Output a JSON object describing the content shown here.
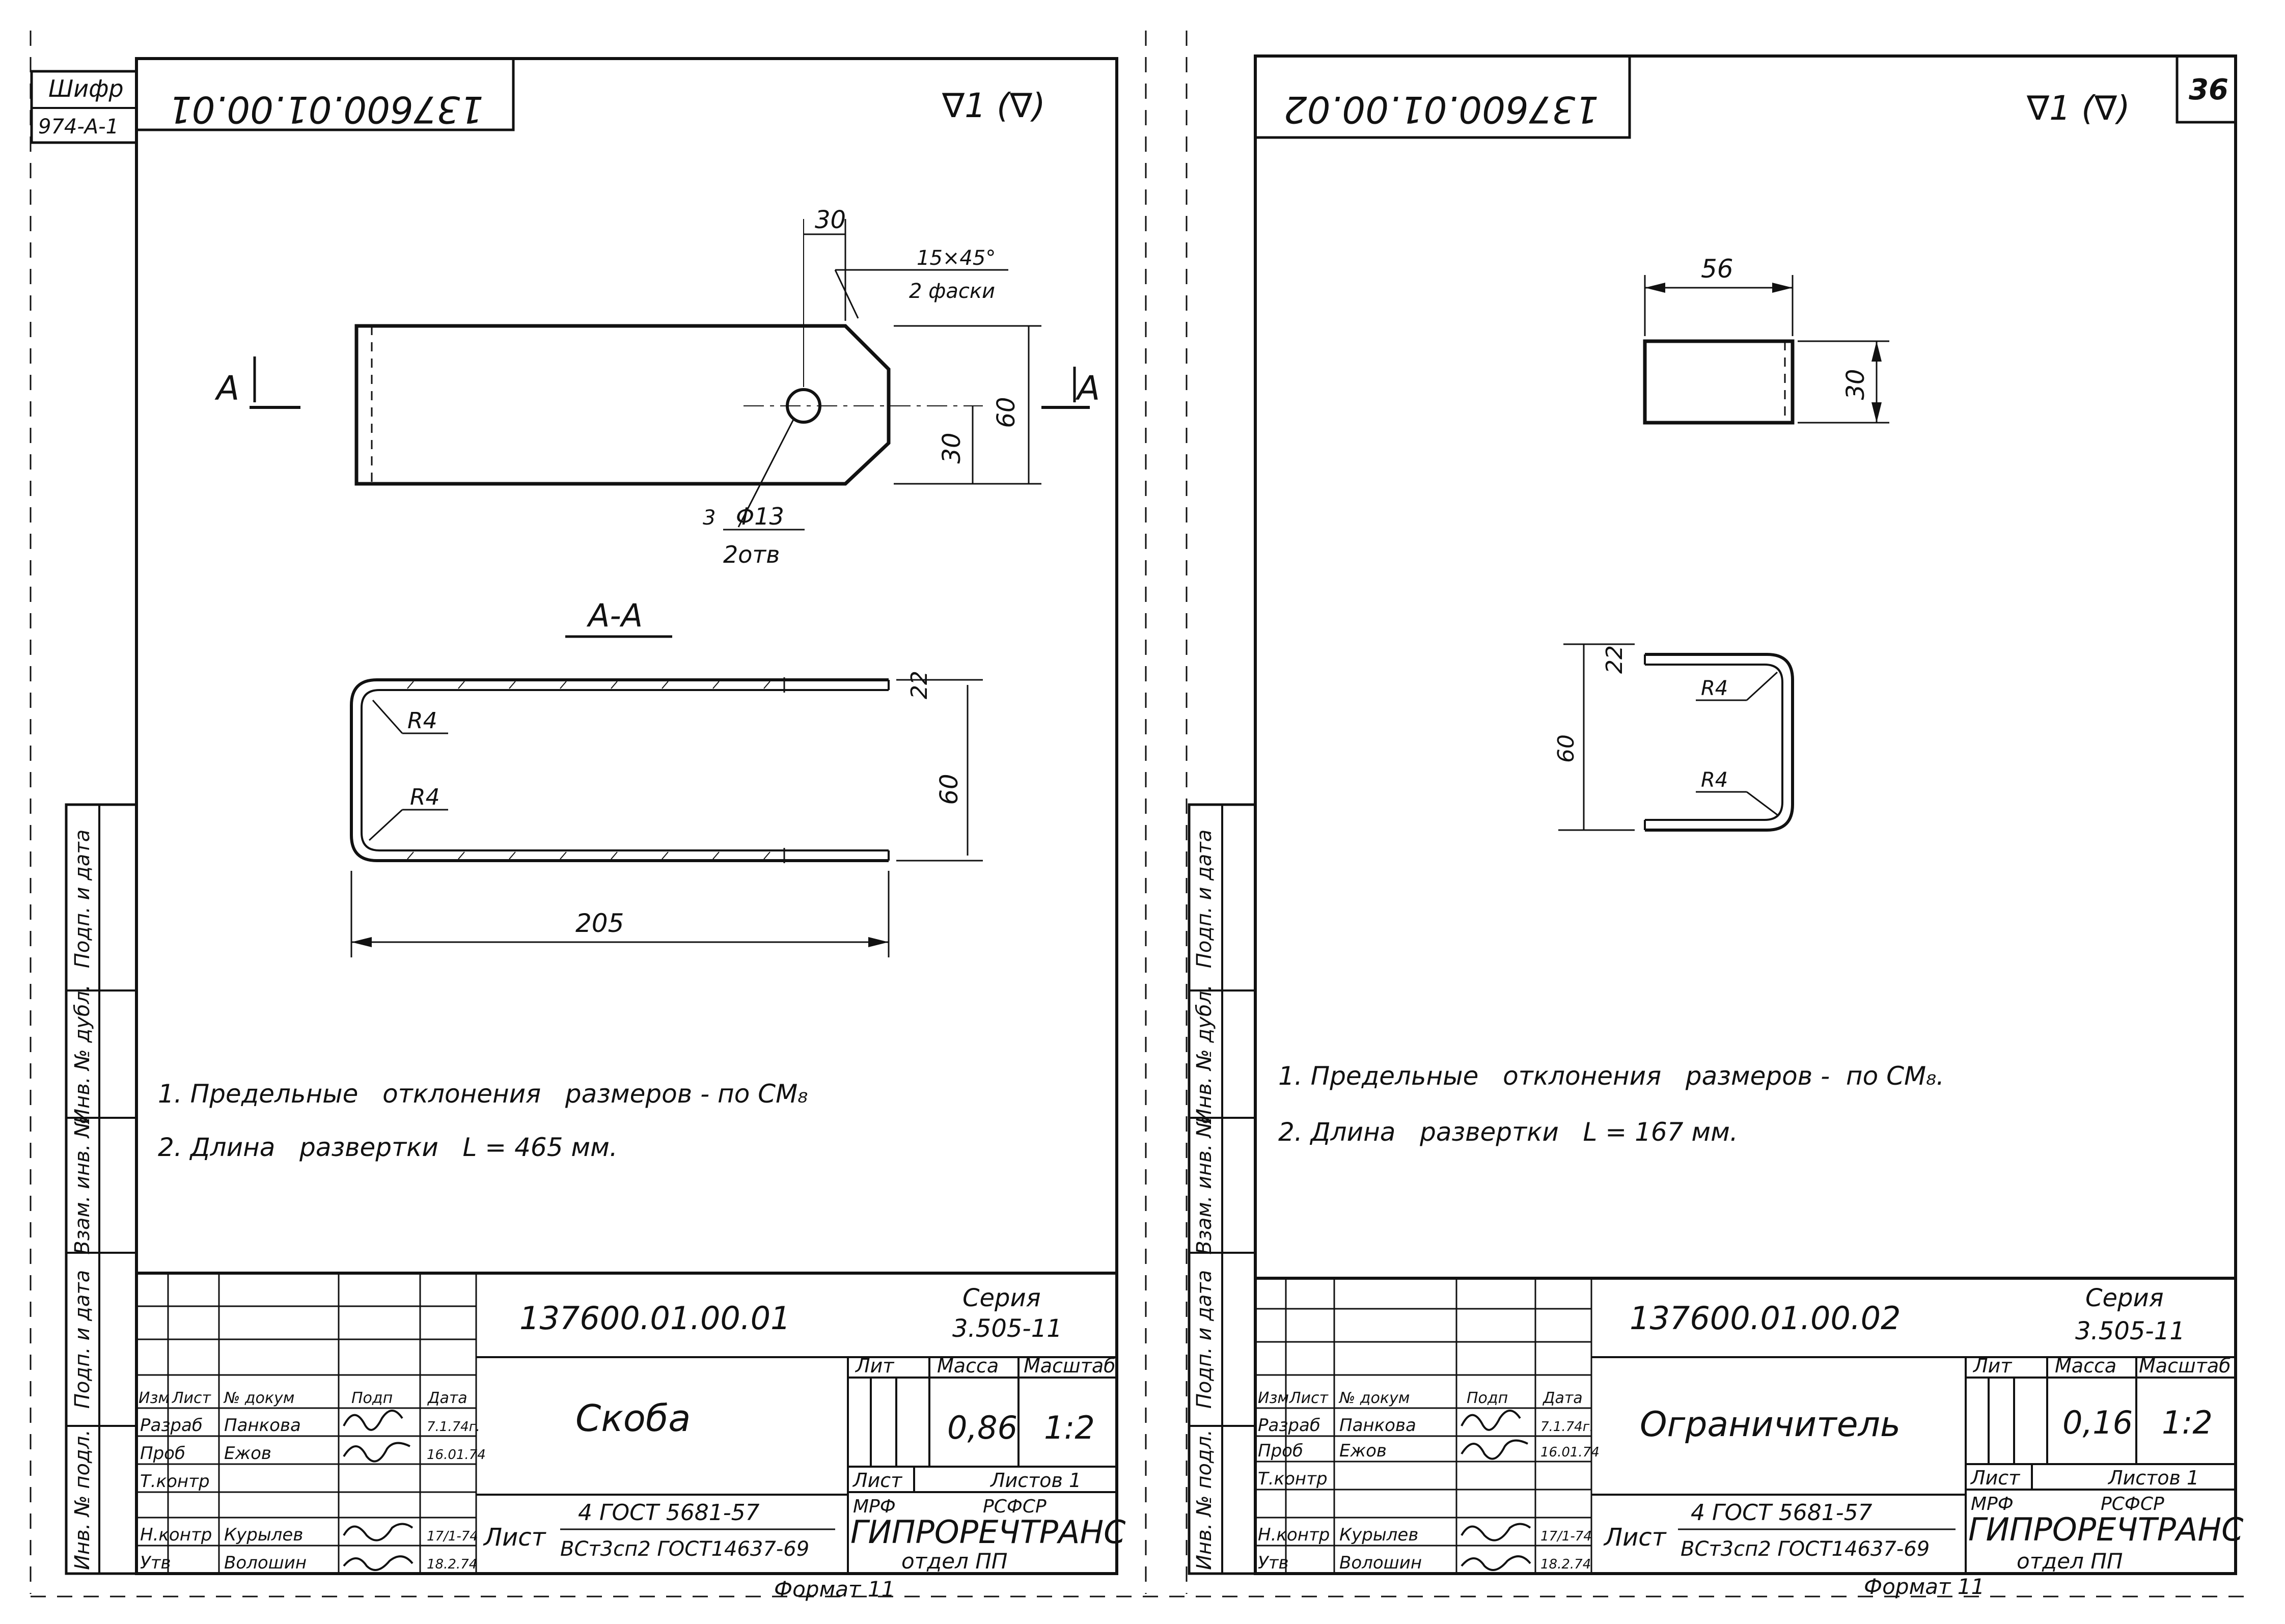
{
  "sheet_left": {
    "cipher_label": "Шифр",
    "cipher_value": "974-А-1",
    "stamp_number": "137600.01.00.01",
    "roughness": "∇1 (∇)",
    "view": {
      "section_marker": "А",
      "dim_30": "30",
      "chamfer": "15×45°",
      "chamfer_note": "2 фаски",
      "dim_60": "60",
      "dim_30b": "30",
      "hole_roughness": "3",
      "hole_dia": "Φ13",
      "hole_count": "2отв"
    },
    "section": {
      "title": "А-А",
      "r_top": "R4",
      "r_bottom": "R4",
      "dim_side": "22",
      "dim_height": "60",
      "dim_length": "205"
    },
    "notes": [
      "1. Предельные   отклонения   размеров - по СМ₈",
      "2. Длина   развертки   L = 465 мм."
    ],
    "title_block": {
      "code": "137600.01.00.01",
      "series_label": "Серия",
      "series_value": "3.505-11",
      "name": "Скоба",
      "col_lit": "Лит",
      "col_mass": "Масса",
      "col_scale": "Масштаб",
      "mass": "0,86",
      "scale": "1:2",
      "sheet_label": "Лист",
      "sheets_label": "Листов 1",
      "material_prefix": "Лист",
      "material_num": "4 ГОСТ 5681-57",
      "material_den": "ВСт3сп2 ГОСТ14637-69",
      "org_mrf": "МРФ",
      "org_rsfsr": "РСФСР",
      "org_name": "ГИПРОРЕЧТРАНС",
      "org_dept": "отдел ПП",
      "head_izm": "Изм",
      "head_list": "Лист",
      "head_doc": "№ докум",
      "head_sign": "Подп",
      "head_date": "Дата",
      "roles": [
        "Разраб",
        "Проб",
        "Т.контр",
        "",
        "Н.контр",
        "Утв"
      ],
      "people": [
        "Панкова",
        "Ежов",
        "",
        "",
        "Курылев",
        "Волошин"
      ],
      "dates": [
        "7.1.74г.",
        "16.01.74",
        "",
        "",
        "17/1-74",
        "18.2.74"
      ],
      "format": "Формат 11"
    },
    "side_labels": [
      "Подп. и дата",
      "Инв. № дубл.",
      "Взам. инв. №",
      "Подп. и дата",
      "Инв. № подл."
    ]
  },
  "sheet_right": {
    "page_number": "36",
    "stamp_number": "137600.01.00.02",
    "roughness": "∇1 (∇)",
    "view": {
      "dim_width": "56",
      "dim_height": "30"
    },
    "section": {
      "dim_side": "22",
      "r_top": "R4",
      "r_bottom": "R4",
      "dim_height": "60"
    },
    "notes": [
      "1. Предельные   отклонения   размеров -  по СМ₈.",
      "2. Длина   развертки   L = 167 мм."
    ],
    "title_block": {
      "code": "137600.01.00.02",
      "series_label": "Серия",
      "series_value": "3.505-11",
      "name": "Ограничитель",
      "col_lit": "Лит",
      "col_mass": "Масса",
      "col_scale": "Масштаб",
      "mass": "0,16",
      "scale": "1:2",
      "sheet_label": "Лист",
      "sheets_label": "Листов 1",
      "material_prefix": "Лист",
      "material_num": "4 ГОСТ 5681-57",
      "material_den": "ВСт3сп2 ГОСТ14637-69",
      "org_mrf": "МРФ",
      "org_rsfsr": "РСФСР",
      "org_name": "ГИПРОРЕЧТРАНС",
      "org_dept": "отдел ПП",
      "head_izm": "Изм",
      "head_list": "Лист",
      "head_doc": "№ докум",
      "head_sign": "Подп",
      "head_date": "Дата",
      "roles": [
        "Разраб",
        "Проб",
        "Т.контр",
        "",
        "Н.контр",
        "Утв"
      ],
      "people": [
        "Панкова",
        "Ежов",
        "",
        "",
        "Курылев",
        "Волошин"
      ],
      "dates": [
        "7.1.74г.",
        "16.01.74",
        "",
        "",
        "17/1-74",
        "18.2.74"
      ],
      "format": "Формат 11"
    },
    "side_labels": [
      "Подп. и дата",
      "Инв. № дубл.",
      "Взам. инв. №",
      "Подп. и дата",
      "Инв. № подл."
    ]
  }
}
